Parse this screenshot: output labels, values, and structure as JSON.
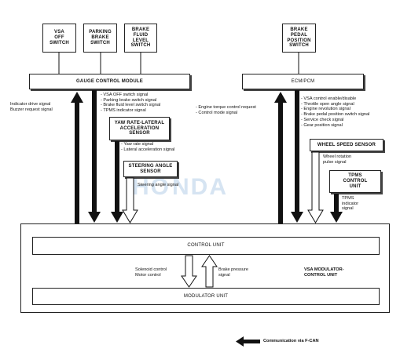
{
  "boxes": {
    "vsa_off_switch": "VSA\nOFF\nSWITCH",
    "parking_brake_switch": "PARKING\nBRAKE\nSWITCH",
    "brake_fluid_level_switch": "BRAKE\nFLUID\nLEVEL\nSWITCH",
    "brake_pedal_position_switch": "BRAKE\nPEDAL\nPOSITION\nSWITCH",
    "gauge_control_module": "GAUGE CONTROL MODULE",
    "ecm_pcm": "ECM/PCM",
    "yaw_rate_sensor": "YAW RATE-LATERAL\nACCELERATION\nSENSOR",
    "steering_angle_sensor": "STEERING ANGLE\nSENSOR",
    "wheel_speed_sensor": "WHEEL SPEED SENSOR",
    "tpms_control_unit": "TPMS\nCONTROL\nUNIT",
    "control_unit": "CONTROL UNIT",
    "modulator_unit": "MODULATOR UNIT"
  },
  "signals": {
    "gauge_left": "Indicator drive signal\nBuzzer request signal",
    "gauge_right": "- VSA OFF switch signal\n- Parking brake switch signal\n- Brake fluid level switch signal\n- TPMS indicator signal",
    "engine": "- Engine torque control request\n- Control mode signal",
    "ecm": "- VSA control enable/disable\n- Throttle open angle signal\n- Engine revolution signal\n- Brake pedal position switch signal\n- Service check signal\n- Gear position signal",
    "yaw": "- Yaw rate signal\n- Lateral acceleration signal",
    "steering": "Steering angle signal",
    "wheel": "Wheel rotation\npulse signal",
    "tpms": "TPMS\nindicator\nsignal",
    "solenoid": "Solenoid control\nMotor control",
    "brake_pressure": "Brake pressure\nsignal",
    "vsa_mod": "VSA MODULATOR-\nCONTROL UNIT"
  },
  "legend": "Communication via F-CAN",
  "watermark": "HONDA"
}
